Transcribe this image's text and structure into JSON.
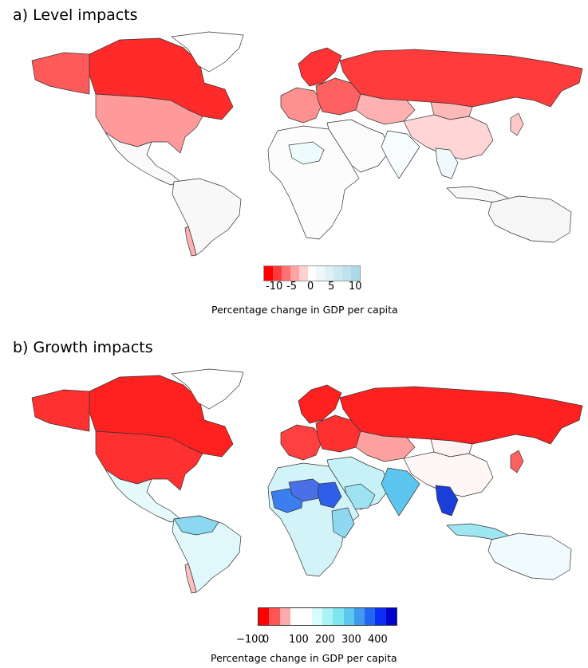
{
  "panels": [
    {
      "title": "a) Level impacts",
      "legend": {
        "ticks": [
          "-10",
          "-5",
          "0",
          "5",
          "10"
        ],
        "caption": "Percentage change in GDP per capita",
        "colors": [
          "#ff0000",
          "#ff3a3a",
          "#ff7070",
          "#ffa3a3",
          "#ffd0d0",
          "#ffffff",
          "#eef8fb",
          "#dff1f7",
          "#cfe9f2",
          "#bfe2ee",
          "#add8e6"
        ]
      },
      "regions": [
        {
          "name": "Canada",
          "fill": "#ff2a2a"
        },
        {
          "name": "Alaska",
          "fill": "#ff5a5a"
        },
        {
          "name": "United States",
          "fill": "#ff9a9a"
        },
        {
          "name": "Greenland",
          "fill": "#ffffff"
        },
        {
          "name": "Mexico & Central America",
          "fill": "#fafafa"
        },
        {
          "name": "South America",
          "fill": "#f8f8f8"
        },
        {
          "name": "Chile",
          "fill": "#ffb0b0"
        },
        {
          "name": "Scandinavia",
          "fill": "#ff3333"
        },
        {
          "name": "Western Europe",
          "fill": "#ff9090"
        },
        {
          "name": "Eastern Europe",
          "fill": "#ff6060"
        },
        {
          "name": "Russia",
          "fill": "#ff3b3b"
        },
        {
          "name": "Kazakhstan & Central Asia",
          "fill": "#ffb0b0"
        },
        {
          "name": "Mongolia",
          "fill": "#ffb8b8"
        },
        {
          "name": "China",
          "fill": "#ffd5d5"
        },
        {
          "name": "Middle East",
          "fill": "#fbfbfb"
        },
        {
          "name": "Africa",
          "fill": "#fcfcfc"
        },
        {
          "name": "Sahel",
          "fill": "#eefbfd"
        },
        {
          "name": "India",
          "fill": "#f7fdfe"
        },
        {
          "name": "Southeast Asia",
          "fill": "#f0fafc"
        },
        {
          "name": "Indonesia",
          "fill": "#f8f8f8"
        },
        {
          "name": "Australia",
          "fill": "#f6f6f6"
        },
        {
          "name": "Japan",
          "fill": "#ffc8c8"
        }
      ]
    },
    {
      "title": "b) Growth impacts",
      "legend": {
        "ticks": [
          "−100",
          "0",
          "100",
          "200",
          "300",
          "400"
        ],
        "caption": "Percentage change in GDP per capita",
        "colors": [
          "#ff0000",
          "#ff5555",
          "#ffaaaa",
          "#ffffff",
          "#ffffff",
          "#d8fbfb",
          "#aaf2f5",
          "#7fe5ee",
          "#5cc8ee",
          "#3f9af0",
          "#2366f2",
          "#0a2ef5",
          "#0000cc"
        ]
      },
      "regions": [
        {
          "name": "Canada",
          "fill": "#ff2020"
        },
        {
          "name": "Alaska",
          "fill": "#ff3030"
        },
        {
          "name": "United States",
          "fill": "#ff3030"
        },
        {
          "name": "Greenland",
          "fill": "#ffffff"
        },
        {
          "name": "Mexico & Central America",
          "fill": "#e6fafb"
        },
        {
          "name": "South America",
          "fill": "#e0f8fb"
        },
        {
          "name": "Northern South America",
          "fill": "#8cd8f0"
        },
        {
          "name": "Chile",
          "fill": "#ffc0c0"
        },
        {
          "name": "Scandinavia",
          "fill": "#ff2020"
        },
        {
          "name": "Western Europe",
          "fill": "#ff4040"
        },
        {
          "name": "Eastern Europe",
          "fill": "#ff3030"
        },
        {
          "name": "Russia",
          "fill": "#ff2020"
        },
        {
          "name": "Kazakhstan & Central Asia",
          "fill": "#ffa0a0"
        },
        {
          "name": "Mongolia",
          "fill": "#fff2f2"
        },
        {
          "name": "China",
          "fill": "#fff6f6"
        },
        {
          "name": "Middle East",
          "fill": "#c6f1f7"
        },
        {
          "name": "Arabia",
          "fill": "#9fe3f2"
        },
        {
          "name": "Africa",
          "fill": "#d2f4f8"
        },
        {
          "name": "West Africa",
          "fill": "#3b7ef0"
        },
        {
          "name": "Sahel",
          "fill": "#4a6fe6"
        },
        {
          "name": "Chad & Sudan",
          "fill": "#2f5fe8"
        },
        {
          "name": "East Africa",
          "fill": "#8fd8f2"
        },
        {
          "name": "India",
          "fill": "#5cc6ee"
        },
        {
          "name": "Southeast Asia",
          "fill": "#1a3ed8"
        },
        {
          "name": "Indonesia",
          "fill": "#9ee6f2"
        },
        {
          "name": "Australia",
          "fill": "#f0fbfd"
        },
        {
          "name": "Japan",
          "fill": "#ff6060"
        }
      ]
    }
  ]
}
